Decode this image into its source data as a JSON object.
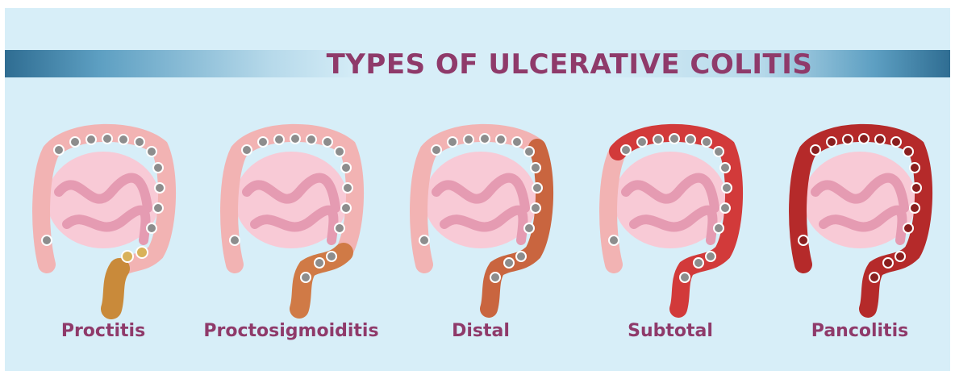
{
  "title": "TYPES OF ULCERATIVE COLITIS",
  "types": [
    {
      "label": "Proctitis",
      "affected_color": "#c98a3a"
    },
    {
      "label": "Proctosigmoiditis",
      "affected_color": "#d07a46"
    },
    {
      "label": "Distal",
      "affected_color": "#c9653f"
    },
    {
      "label": "Subtotal",
      "affected_color": "#d23a3a"
    },
    {
      "label": "Pancolitis",
      "affected_color": "#b52a2a"
    }
  ],
  "colors": {
    "healthy_colon": "#f2b3b3",
    "inflamed": "#cf3b3b",
    "lesion": "#8d8d8d",
    "intestine": "#f6c3cf",
    "title": "#8f3a6a",
    "background": "#d7eef8"
  }
}
